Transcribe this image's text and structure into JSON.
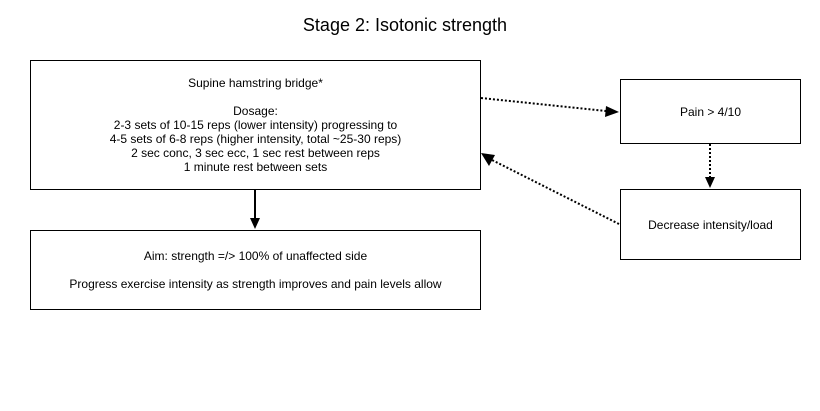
{
  "title": "Stage 2: Isotonic strength",
  "exercise_box": {
    "name": "Supine hamstring bridge*",
    "dosage_label": "Dosage:",
    "dosage_lines": [
      "2-3 sets of 10-15 reps (lower intensity) progressing to",
      "4-5 sets of 6-8 reps (higher intensity, total ~25-30 reps)",
      "2 sec conc, 3 sec ecc, 1 sec rest between reps",
      "1 minute rest between sets"
    ]
  },
  "aim_box": {
    "aim": "Aim: strength =/> 100% of unaffected side",
    "progress": "Progress exercise intensity as strength improves and pain levels allow"
  },
  "pain_box": {
    "text": "Pain > 4/10"
  },
  "decrease_box": {
    "text": "Decrease intensity/load"
  },
  "colors": {
    "line": "#000000",
    "background": "#ffffff"
  }
}
